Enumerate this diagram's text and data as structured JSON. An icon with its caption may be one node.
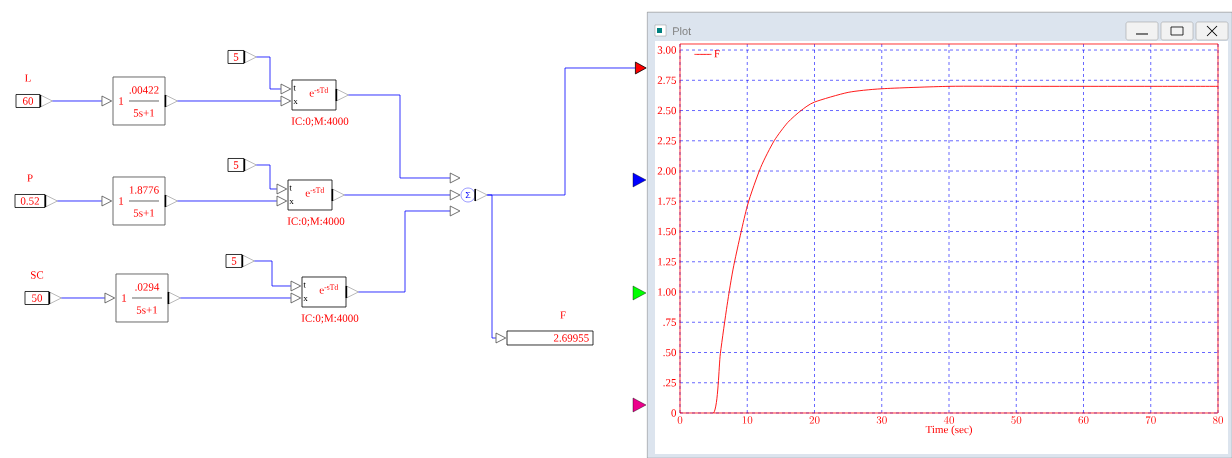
{
  "diagram": {
    "nodes": [
      {
        "text": [
          "60"
        ],
        "beside": [
          "L"
        ]
      },
      {
        "text": [
          "0.52"
        ],
        "beside": [
          "P"
        ]
      },
      {
        "text": [
          "50"
        ],
        "beside": [
          "SC"
        ]
      },
      {
        "text": [
          "1",
          ".00422",
          "5s+1"
        ]
      },
      {
        "text": [
          "1",
          "1.8776",
          "5s+1"
        ]
      },
      {
        "text": [
          "1",
          ".0294",
          "5s+1"
        ]
      },
      {
        "text": [
          "5"
        ]
      },
      {
        "text": [
          "5"
        ]
      },
      {
        "text": [
          "5"
        ]
      },
      {
        "text": [
          "t",
          "x",
          "e$^{-sTd}$"
        ],
        "beside": [
          "IC:0;M:4000"
        ]
      },
      {
        "text": [
          "t",
          "x",
          "e$^{-sTd}$"
        ],
        "beside": [
          "IC:0;M:4000"
        ]
      },
      {
        "text": [
          "t",
          "x",
          "e$^{-sTd}$"
        ],
        "beside": [
          "IC:0;M:4000"
        ]
      },
      {
        "text": [
          "Σ"
        ]
      },
      {
        "text": [
          "2.69955"
        ],
        "beside": [
          "F"
        ]
      },
      {
        "text": [
          "Plot"
        ]
      }
    ],
    "edges": [
      {
        "from": 0,
        "to": 3,
        "arrow": "to"
      },
      {
        "from": 1,
        "to": 4,
        "arrow": "to"
      },
      {
        "from": 2,
        "to": 5,
        "arrow": "to"
      },
      {
        "from": 3,
        "to": 9,
        "arrow": "to"
      },
      {
        "from": 4,
        "to": 10,
        "arrow": "to"
      },
      {
        "from": 5,
        "to": 11,
        "arrow": "to"
      },
      {
        "from": 6,
        "to": 9,
        "arrow": "to"
      },
      {
        "from": 7,
        "to": 10,
        "arrow": "to"
      },
      {
        "from": 8,
        "to": 11,
        "arrow": "to"
      },
      {
        "from": 9,
        "to": 12,
        "arrow": "to"
      },
      {
        "from": 10,
        "to": 12,
        "arrow": "to"
      },
      {
        "from": 11,
        "to": 12,
        "arrow": "to"
      },
      {
        "from": 12,
        "to": 13,
        "arrow": "to"
      },
      {
        "from": 12,
        "to": 14,
        "arrow": "to"
      }
    ],
    "chart_data": {
      "type": "line",
      "xlabel": "Time (sec)",
      "x": [
        0,
        5,
        6,
        7,
        8,
        10,
        12,
        14,
        16,
        18,
        20,
        25,
        30,
        40,
        50,
        60,
        70,
        80
      ],
      "series": [
        {
          "name": "F",
          "color": "#ff0000",
          "values": [
            0,
            0,
            0.49,
            0.89,
            1.22,
            1.71,
            2.03,
            2.25,
            2.4,
            2.5,
            2.57,
            2.65,
            2.68,
            2.7,
            2.7,
            2.7,
            2.7,
            2.7
          ]
        }
      ],
      "grid": true,
      "xlim": [
        0,
        80
      ],
      "ylim": [
        0,
        3.05
      ],
      "xticks": [
        0,
        10,
        20,
        30,
        40,
        50,
        60,
        70,
        80
      ],
      "yticks": [
        {
          "value": 0,
          "label": "0"
        },
        {
          "value": 0.25,
          "label": ".25"
        },
        {
          "value": 0.5,
          "label": ".50"
        },
        {
          "value": 0.75,
          "label": ".75"
        },
        {
          "value": 1,
          "label": "1.00"
        },
        {
          "value": 1.25,
          "label": "1.25"
        },
        {
          "value": 1.5,
          "label": "1.50"
        },
        {
          "value": 1.75,
          "label": "1.75"
        },
        {
          "value": 2,
          "label": "2.00"
        },
        {
          "value": 2.25,
          "label": "2.25"
        },
        {
          "value": 2.5,
          "label": "2.50"
        },
        {
          "value": 2.75,
          "label": "2.75"
        },
        {
          "value": 3,
          "label": "3.00"
        }
      ]
    }
  }
}
